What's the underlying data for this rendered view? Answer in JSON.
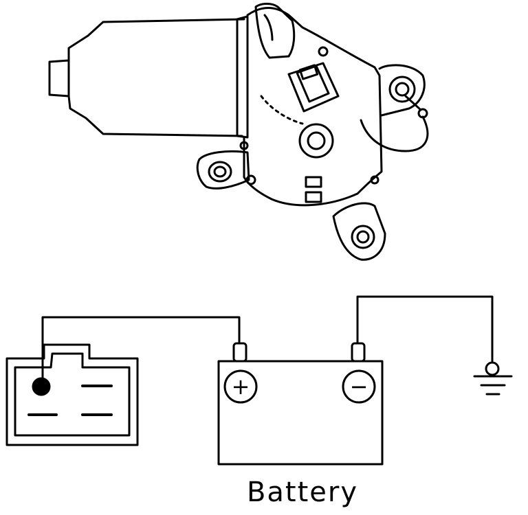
{
  "diagram": {
    "caption": "Battery",
    "components": [
      {
        "name": "wiper-motor",
        "label": ""
      },
      {
        "name": "motor-connector",
        "label": ""
      },
      {
        "name": "battery",
        "label": "Battery"
      },
      {
        "name": "ground",
        "label": ""
      }
    ],
    "connections": [
      {
        "from": "motor-connector",
        "to": "battery-positive-terminal"
      },
      {
        "from": "battery-negative-terminal",
        "to": "ground"
      }
    ],
    "terminal_symbols": {
      "positive": "+",
      "negative": "−"
    },
    "colors": {
      "line": "#000000",
      "background": "#ffffff"
    }
  }
}
